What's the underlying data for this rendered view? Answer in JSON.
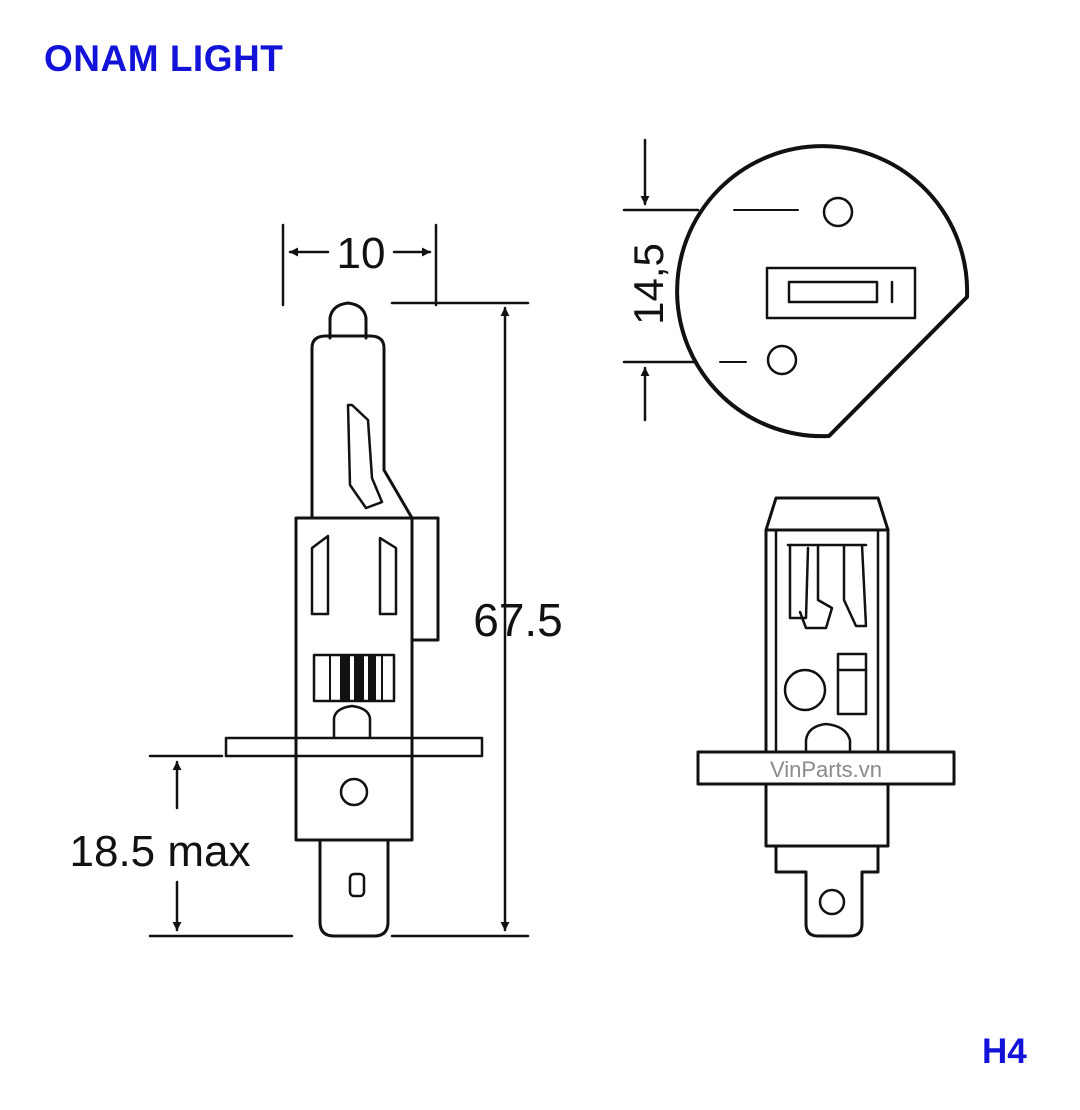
{
  "brand": {
    "title": "ONAM LIGHT",
    "color": "#1212d8"
  },
  "model": {
    "code": "H4",
    "color": "#1212d8"
  },
  "dimensions": {
    "width": "10",
    "length": "67.5",
    "base_height": "18.5 max",
    "pin_spacing": "14,5"
  },
  "watermark": "VinParts.vn"
}
